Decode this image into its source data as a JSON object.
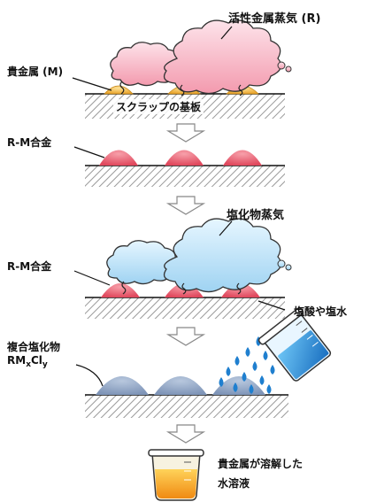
{
  "stage1": {
    "vapor_label": "活性金属蒸気 (R)",
    "metal_label": "貴金属 (M)",
    "substrate_label": "スクラップの基板"
  },
  "stage2": {
    "alloy_label": "R-M合金"
  },
  "stage3": {
    "vapor_label": "塩化物蒸気",
    "alloy_label": "R-M合金"
  },
  "stage4": {
    "acid_label": "塩酸や塩水",
    "compound_label": "複合塩化物",
    "formula_base": "RM",
    "formula_sub_x": "x",
    "formula_mid": "Cl",
    "formula_sub_y": "y"
  },
  "stage5": {
    "solution_label_line1": "貴金属が溶解した",
    "solution_label_line2": "水溶液"
  },
  "colors": {
    "gold_particle": "#f2b84b",
    "red_vapor": "#f7b6c4",
    "alloy_red": "#e8596b",
    "blue_vapor": "#bfe4f7",
    "compound_blue": "#93a8c8",
    "acid_blue": "#1f7fcf",
    "solution_yellow": "#f2a01e"
  }
}
